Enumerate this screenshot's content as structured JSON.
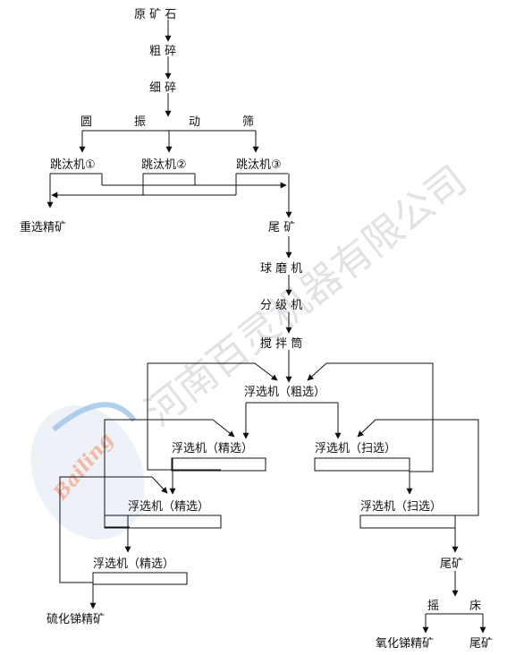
{
  "watermark": {
    "company": "河南百灵机器有限公司",
    "logo": "Bailing"
  },
  "nodes": {
    "raw_ore": "原 矿 石",
    "coarse_crush": "粗 碎",
    "fine_crush": "细 碎",
    "circular_screen": [
      "圆",
      "振",
      "动",
      "筛"
    ],
    "jig1": "跳汰机①",
    "jig2": "跳汰机②",
    "jig3": "跳汰机③",
    "gravity_conc": "重选精矿",
    "tailings_1": "尾 矿",
    "ball_mill": "球 磨 机",
    "classifier": "分 级 机",
    "agitator": "搅 拌 筒",
    "flot_rough": "浮选机（粗选）",
    "flot_clean1": "浮选机（精选）",
    "flot_scav1": "浮选机（扫选）",
    "flot_clean2": "浮选机（精选）",
    "flot_scav2": "浮选机（扫选）",
    "flot_clean3": "浮选机（精选）",
    "tailings_2": "尾矿",
    "sulfide_conc": "硫化锑精矿",
    "shaking_table": [
      "摇",
      "床"
    ],
    "oxide_conc": "氧化锑精矿",
    "tailings_3": "尾矿"
  }
}
